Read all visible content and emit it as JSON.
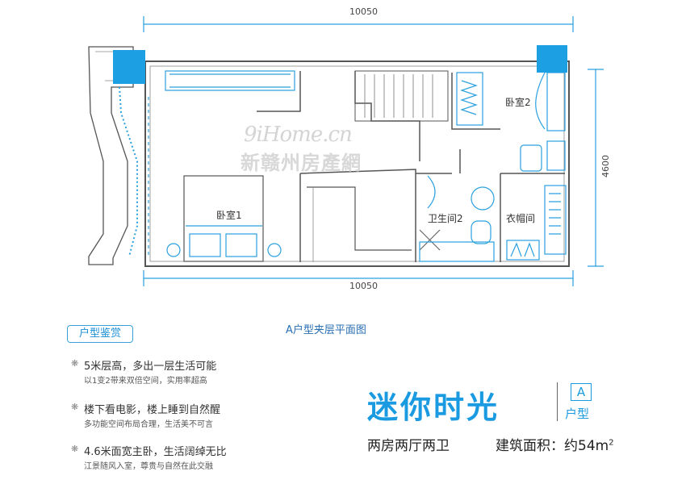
{
  "plan": {
    "dim_top": "10050",
    "dim_bottom": "10050",
    "dim_right": "4600",
    "rooms": {
      "bedroom1": "卧室1",
      "bedroom2": "卧室2",
      "bathroom2": "卫生间2",
      "cloakroom": "衣帽间"
    },
    "caption": "A户型夹层平面图"
  },
  "watermark": {
    "line1": "9iHome.cn",
    "line2": "新赣州房產網"
  },
  "features": {
    "badge": "户型鉴赏",
    "items": [
      {
        "heading": "5米层高，多出一层生活可能",
        "sub": "以1变2带来双倍空间，实用率超高"
      },
      {
        "heading": "楼下看电影，楼上睡到自然醒",
        "sub": "多功能空间布局合理，生活美不可言"
      },
      {
        "heading": "4.6米面宽主卧，生活阔绰无比",
        "sub": "江景随风入室，尊贵与自然在此交融"
      }
    ]
  },
  "title": {
    "main": "迷你时光",
    "type_letter": "A",
    "type_label": "户型",
    "summary": "两房两厅两卫",
    "area_prefix": "建筑面积：约54m",
    "area_sup": "2"
  },
  "colors": {
    "accent": "#1a9ae0",
    "line": "#2aa0df",
    "wall": "#555555"
  }
}
